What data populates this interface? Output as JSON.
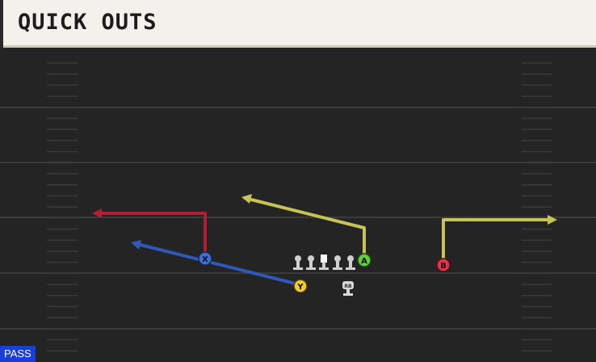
{
  "header": {
    "title": "QUICK OUTS"
  },
  "play_type": {
    "label": "PASS"
  },
  "players": {
    "x": {
      "label": "X",
      "color": "#3d6fd6",
      "route_color": "#2f58b8"
    },
    "y": {
      "label": "Y",
      "color": "#f2cb2e",
      "route_color": "#2f58b8"
    },
    "a": {
      "label": "A",
      "color": "#5fcf3c",
      "route_color": "#c7c456"
    },
    "b": {
      "label": "B",
      "color": "#e0384a",
      "route_color": "#c7c456"
    },
    "rb": {
      "label": "RB"
    }
  },
  "routes": {
    "x_route_color": "#b31d35",
    "y_route_color": "#2f58b8",
    "a_route_color": "#c7c456",
    "b_route_color": "#c7c456"
  }
}
